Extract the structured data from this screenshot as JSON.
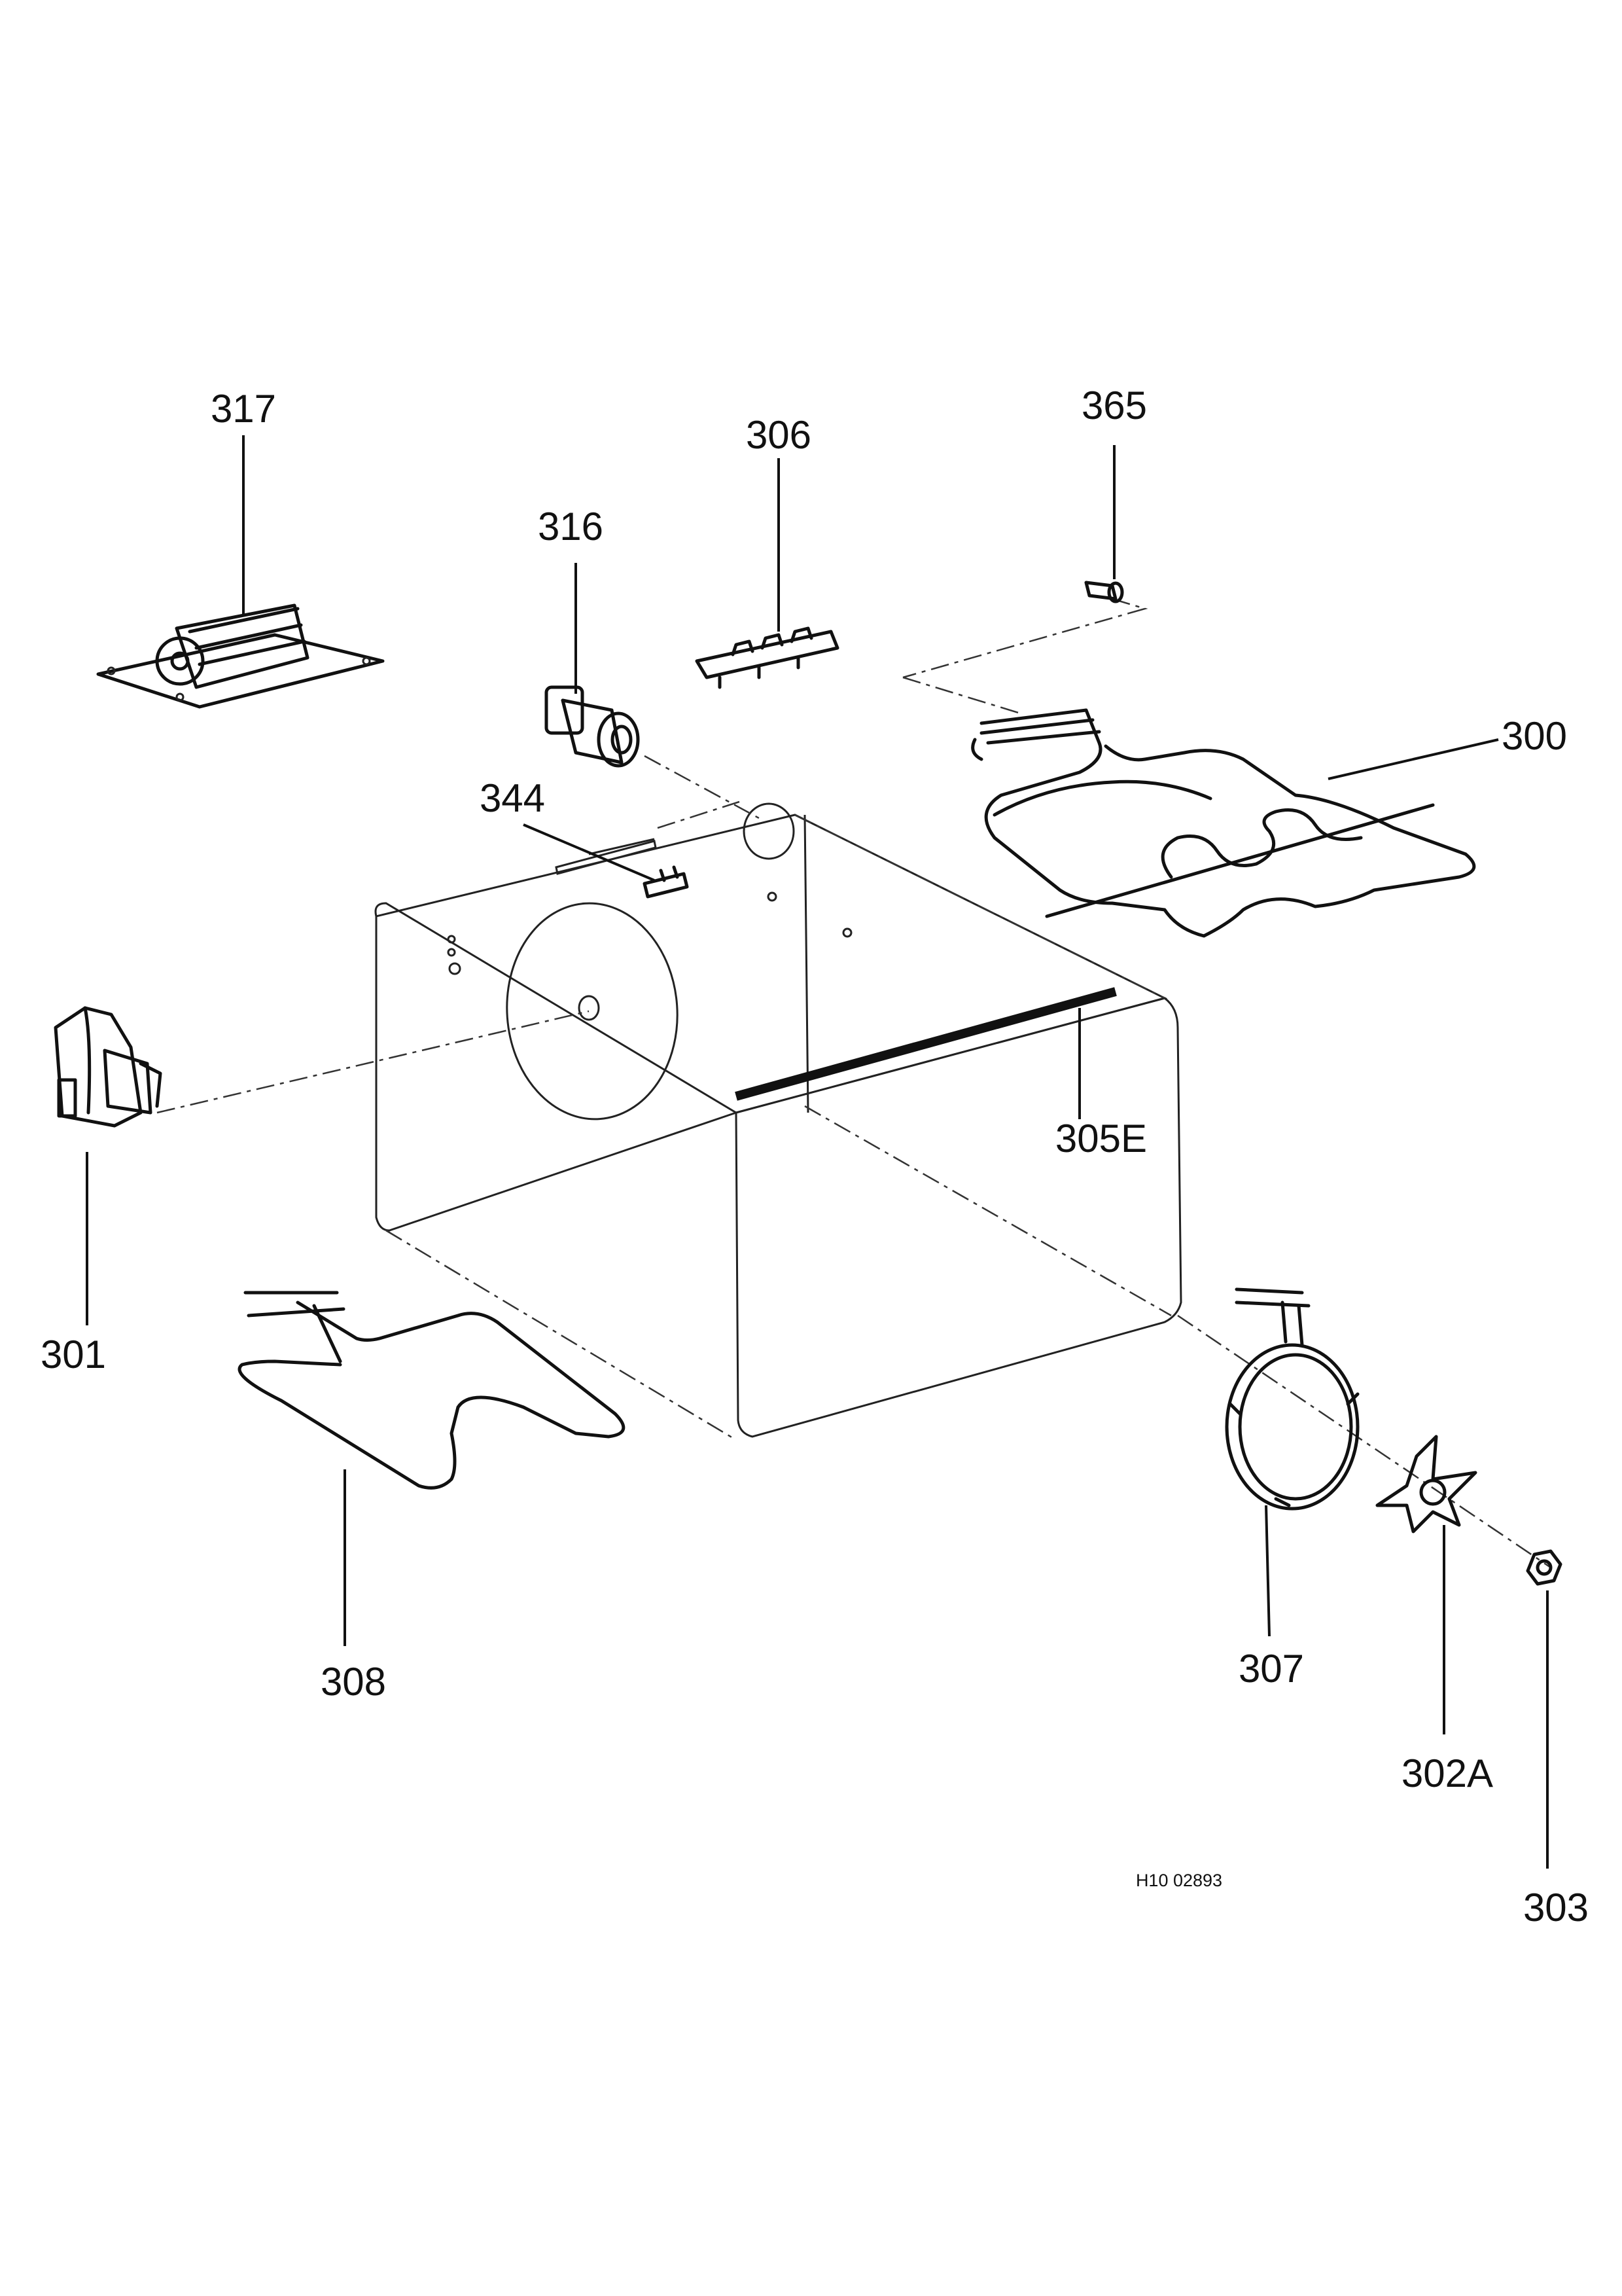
{
  "diagram": {
    "drawing_code": "H10 02893",
    "parts": {
      "p300": "300",
      "p301": "301",
      "p302A": "302A",
      "p303": "303",
      "p305E": "305E",
      "p306": "306",
      "p307": "307",
      "p308": "308",
      "p316": "316",
      "p317": "317",
      "p344": "344",
      "p365": "365"
    }
  }
}
